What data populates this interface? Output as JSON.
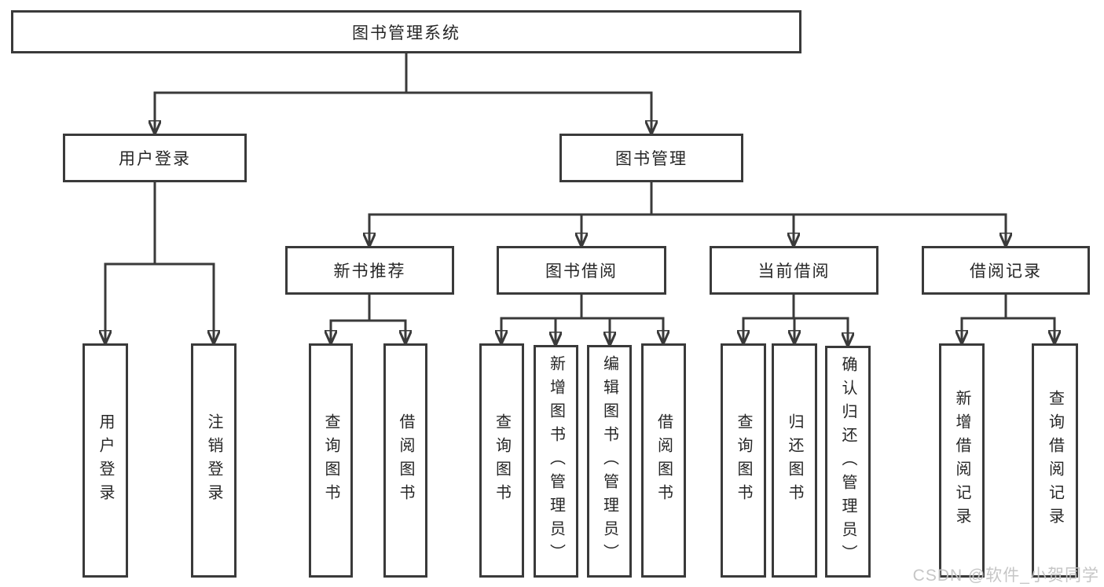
{
  "diagram": {
    "line_color": "#3a3a3a",
    "background_color": "#ffffff",
    "tree": {
      "label": "图书管理系统",
      "children": [
        {
          "label": "用户登录",
          "children": [
            {
              "label": "用户登录"
            },
            {
              "label": "注销登录"
            }
          ]
        },
        {
          "label": "图书管理",
          "children": [
            {
              "label": "新书推荐",
              "children": [
                {
                  "label": "查询图书"
                },
                {
                  "label": "借阅图书"
                }
              ]
            },
            {
              "label": "图书借阅",
              "children": [
                {
                  "label": "查询图书"
                },
                {
                  "label": "新增图书（管理员）"
                },
                {
                  "label": "编辑图书（管理员）"
                },
                {
                  "label": "借阅图书"
                }
              ]
            },
            {
              "label": "当前借阅",
              "children": [
                {
                  "label": "查询图书"
                },
                {
                  "label": "归还图书"
                },
                {
                  "label": "确认归还（管理员）"
                }
              ]
            },
            {
              "label": "借阅记录",
              "children": [
                {
                  "label": "新增借阅记录"
                },
                {
                  "label": "查询借阅记录"
                }
              ]
            }
          ]
        }
      ]
    }
  },
  "watermark": {
    "text": "CSDN @软件_小贺同学",
    "color": "#c3c3c3"
  }
}
